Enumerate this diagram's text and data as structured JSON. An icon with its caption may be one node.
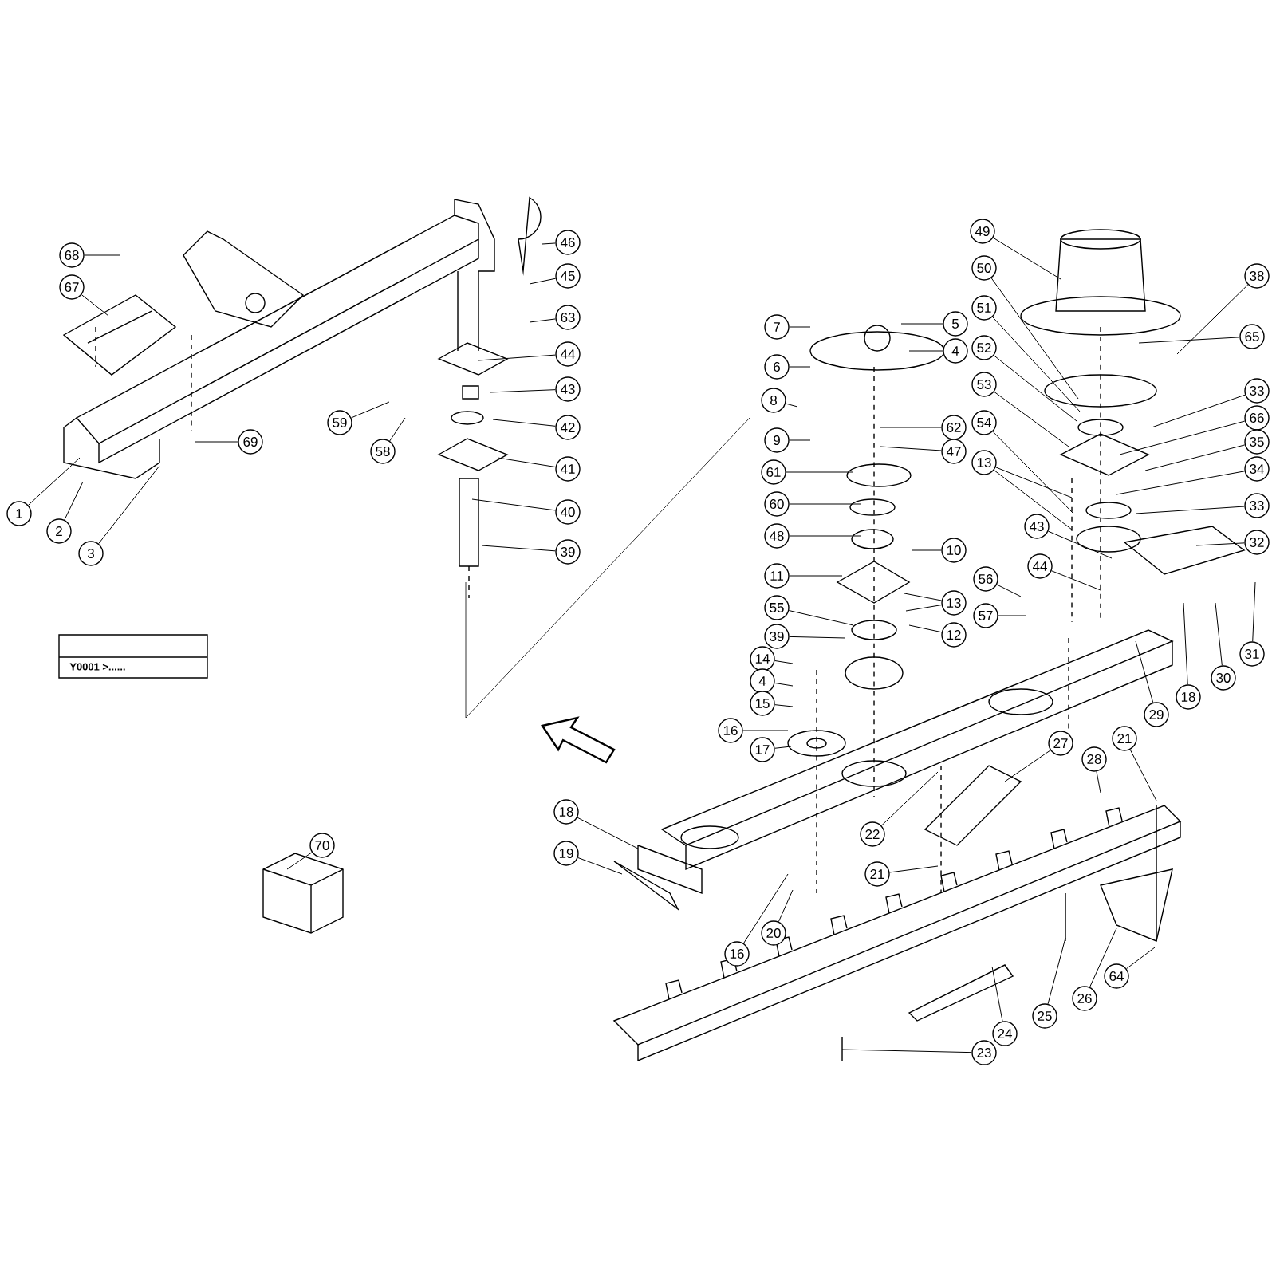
{
  "diagram": {
    "nodes": [
      {
        "text": [
          "68"
        ]
      },
      {
        "text": [
          "67"
        ]
      },
      {
        "text": [
          "1"
        ]
      },
      {
        "text": [
          "2"
        ]
      },
      {
        "text": [
          "3"
        ]
      },
      {
        "text": [
          "69"
        ]
      },
      {
        "text": [
          "46"
        ]
      },
      {
        "text": [
          "45"
        ]
      },
      {
        "text": [
          "63"
        ]
      },
      {
        "text": [
          "44"
        ]
      },
      {
        "text": [
          "43"
        ]
      },
      {
        "text": [
          "42"
        ]
      },
      {
        "text": [
          "41"
        ]
      },
      {
        "text": [
          "40"
        ]
      },
      {
        "text": [
          "39"
        ]
      },
      {
        "text": [
          "59"
        ]
      },
      {
        "text": [
          "58"
        ]
      },
      {
        "text": [
          "7"
        ]
      },
      {
        "text": [
          "6"
        ]
      },
      {
        "text": [
          "8"
        ]
      },
      {
        "text": [
          "9"
        ]
      },
      {
        "text": [
          "61"
        ]
      },
      {
        "text": [
          "60"
        ]
      },
      {
        "text": [
          "48"
        ]
      },
      {
        "text": [
          "11"
        ]
      },
      {
        "text": [
          "55"
        ]
      },
      {
        "text": [
          "39"
        ]
      },
      {
        "text": [
          "5"
        ]
      },
      {
        "text": [
          "4"
        ]
      },
      {
        "text": [
          "62"
        ]
      },
      {
        "text": [
          "47"
        ]
      },
      {
        "text": [
          "10"
        ]
      },
      {
        "text": [
          "13"
        ]
      },
      {
        "text": [
          "12"
        ]
      },
      {
        "text": [
          "49"
        ]
      },
      {
        "text": [
          "50"
        ]
      },
      {
        "text": [
          "51"
        ]
      },
      {
        "text": [
          "52"
        ]
      },
      {
        "text": [
          "53"
        ]
      },
      {
        "text": [
          "54"
        ]
      },
      {
        "text": [
          "13"
        ]
      },
      {
        "text": [
          "43"
        ]
      },
      {
        "text": [
          "44"
        ]
      },
      {
        "text": [
          "56"
        ]
      },
      {
        "text": [
          "57"
        ]
      },
      {
        "text": [
          "38"
        ]
      },
      {
        "text": [
          "65"
        ]
      },
      {
        "text": [
          "33"
        ]
      },
      {
        "text": [
          "66"
        ]
      },
      {
        "text": [
          "35"
        ]
      },
      {
        "text": [
          "34"
        ]
      },
      {
        "text": [
          "33"
        ]
      },
      {
        "text": [
          "32"
        ]
      },
      {
        "text": [
          "14"
        ]
      },
      {
        "text": [
          "4"
        ]
      },
      {
        "text": [
          "15"
        ]
      },
      {
        "text": [
          "16"
        ]
      },
      {
        "text": [
          "17"
        ]
      },
      {
        "text": [
          "18"
        ]
      },
      {
        "text": [
          "19"
        ]
      },
      {
        "text": [
          "16"
        ]
      },
      {
        "text": [
          "20"
        ]
      },
      {
        "text": [
          "22"
        ]
      },
      {
        "text": [
          "21"
        ]
      },
      {
        "text": [
          "27"
        ]
      },
      {
        "text": [
          "28"
        ]
      },
      {
        "text": [
          "21"
        ]
      },
      {
        "text": [
          "29"
        ]
      },
      {
        "text": [
          "18"
        ]
      },
      {
        "text": [
          "30"
        ]
      },
      {
        "text": [
          "31"
        ]
      },
      {
        "text": [
          "24"
        ]
      },
      {
        "text": [
          "25"
        ]
      },
      {
        "text": [
          "26"
        ]
      },
      {
        "text": [
          "64"
        ]
      },
      {
        "text": [
          "23"
        ]
      },
      {
        "text": [
          "70"
        ]
      }
    ],
    "edges": [
      {
        "from": 0,
        "to": null,
        "arrow": "none"
      },
      {
        "from": 1,
        "to": null,
        "arrow": "none"
      },
      {
        "from": 2,
        "to": null,
        "arrow": "none"
      },
      {
        "from": 3,
        "to": null,
        "arrow": "none"
      },
      {
        "from": 4,
        "to": null,
        "arrow": "none"
      },
      {
        "from": 5,
        "to": null,
        "arrow": "none"
      },
      {
        "from": 6,
        "to": null,
        "arrow": "none"
      },
      {
        "from": 7,
        "to": null,
        "arrow": "none"
      },
      {
        "from": 8,
        "to": null,
        "arrow": "none"
      },
      {
        "from": 9,
        "to": null,
        "arrow": "none"
      },
      {
        "from": 10,
        "to": null,
        "arrow": "none"
      },
      {
        "from": 11,
        "to": null,
        "arrow": "none"
      },
      {
        "from": 12,
        "to": null,
        "arrow": "none"
      },
      {
        "from": 13,
        "to": null,
        "arrow": "none"
      },
      {
        "from": 14,
        "to": null,
        "arrow": "none"
      },
      {
        "from": 15,
        "to": null,
        "arrow": "none"
      },
      {
        "from": 16,
        "to": null,
        "arrow": "none"
      },
      {
        "from": 17,
        "to": null,
        "arrow": "none"
      },
      {
        "from": 18,
        "to": null,
        "arrow": "none"
      },
      {
        "from": 19,
        "to": null,
        "arrow": "none"
      },
      {
        "from": 20,
        "to": null,
        "arrow": "none"
      },
      {
        "from": 21,
        "to": null,
        "arrow": "none"
      },
      {
        "from": 22,
        "to": null,
        "arrow": "none"
      },
      {
        "from": 23,
        "to": null,
        "arrow": "none"
      },
      {
        "from": 24,
        "to": null,
        "arrow": "none"
      },
      {
        "from": 25,
        "to": null,
        "arrow": "none"
      },
      {
        "from": 26,
        "to": null,
        "arrow": "none"
      },
      {
        "from": 27,
        "to": null,
        "arrow": "none"
      },
      {
        "from": 28,
        "to": null,
        "arrow": "none"
      },
      {
        "from": 29,
        "to": null,
        "arrow": "none"
      },
      {
        "from": 30,
        "to": null,
        "arrow": "none"
      },
      {
        "from": 31,
        "to": null,
        "arrow": "none"
      },
      {
        "from": 32,
        "to": null,
        "arrow": "none"
      },
      {
        "from": 32,
        "to": null,
        "arrow": "none"
      },
      {
        "from": 33,
        "to": null,
        "arrow": "none"
      },
      {
        "from": 34,
        "to": null,
        "arrow": "none"
      },
      {
        "from": 35,
        "to": null,
        "arrow": "none"
      },
      {
        "from": 36,
        "to": null,
        "arrow": "none"
      },
      {
        "from": 37,
        "to": null,
        "arrow": "none"
      },
      {
        "from": 38,
        "to": null,
        "arrow": "none"
      },
      {
        "from": 39,
        "to": null,
        "arrow": "none"
      },
      {
        "from": 40,
        "to": null,
        "arrow": "none"
      },
      {
        "from": 40,
        "to": null,
        "arrow": "none"
      },
      {
        "from": 41,
        "to": null,
        "arrow": "none"
      },
      {
        "from": 42,
        "to": null,
        "arrow": "none"
      },
      {
        "from": 43,
        "to": null,
        "arrow": "none"
      },
      {
        "from": 44,
        "to": null,
        "arrow": "none"
      },
      {
        "from": 45,
        "to": null,
        "arrow": "none"
      },
      {
        "from": 46,
        "to": null,
        "arrow": "none"
      },
      {
        "from": 47,
        "to": null,
        "arrow": "none"
      },
      {
        "from": 48,
        "to": null,
        "arrow": "none"
      },
      {
        "from": 49,
        "to": null,
        "arrow": "none"
      },
      {
        "from": 50,
        "to": null,
        "arrow": "none"
      },
      {
        "from": 51,
        "to": null,
        "arrow": "none"
      },
      {
        "from": 52,
        "to": null,
        "arrow": "none"
      },
      {
        "from": 53,
        "to": null,
        "arrow": "none"
      },
      {
        "from": 54,
        "to": null,
        "arrow": "none"
      },
      {
        "from": 55,
        "to": null,
        "arrow": "none"
      },
      {
        "from": 56,
        "to": null,
        "arrow": "none"
      },
      {
        "from": 57,
        "to": null,
        "arrow": "none"
      },
      {
        "from": 58,
        "to": null,
        "arrow": "none"
      },
      {
        "from": 59,
        "to": null,
        "arrow": "none"
      },
      {
        "from": 60,
        "to": null,
        "arrow": "none"
      },
      {
        "from": 61,
        "to": null,
        "arrow": "none"
      },
      {
        "from": 62,
        "to": null,
        "arrow": "none"
      },
      {
        "from": 63,
        "to": null,
        "arrow": "none"
      },
      {
        "from": 64,
        "to": null,
        "arrow": "none"
      },
      {
        "from": 65,
        "to": null,
        "arrow": "none"
      },
      {
        "from": 66,
        "to": null,
        "arrow": "none"
      },
      {
        "from": 67,
        "to": null,
        "arrow": "none"
      },
      {
        "from": 68,
        "to": null,
        "arrow": "none"
      },
      {
        "from": 69,
        "to": null,
        "arrow": "none"
      },
      {
        "from": 70,
        "to": null,
        "arrow": "none"
      },
      {
        "from": 71,
        "to": null,
        "arrow": "none"
      },
      {
        "from": 72,
        "to": null,
        "arrow": "none"
      },
      {
        "from": 73,
        "to": null,
        "arrow": "none"
      },
      {
        "from": 74,
        "to": null,
        "arrow": "none"
      },
      {
        "from": 75,
        "to": null,
        "arrow": "none"
      },
      {
        "from": 76,
        "to": null,
        "arrow": "none"
      }
    ],
    "labels": [
      "Y0001 >......"
    ]
  }
}
